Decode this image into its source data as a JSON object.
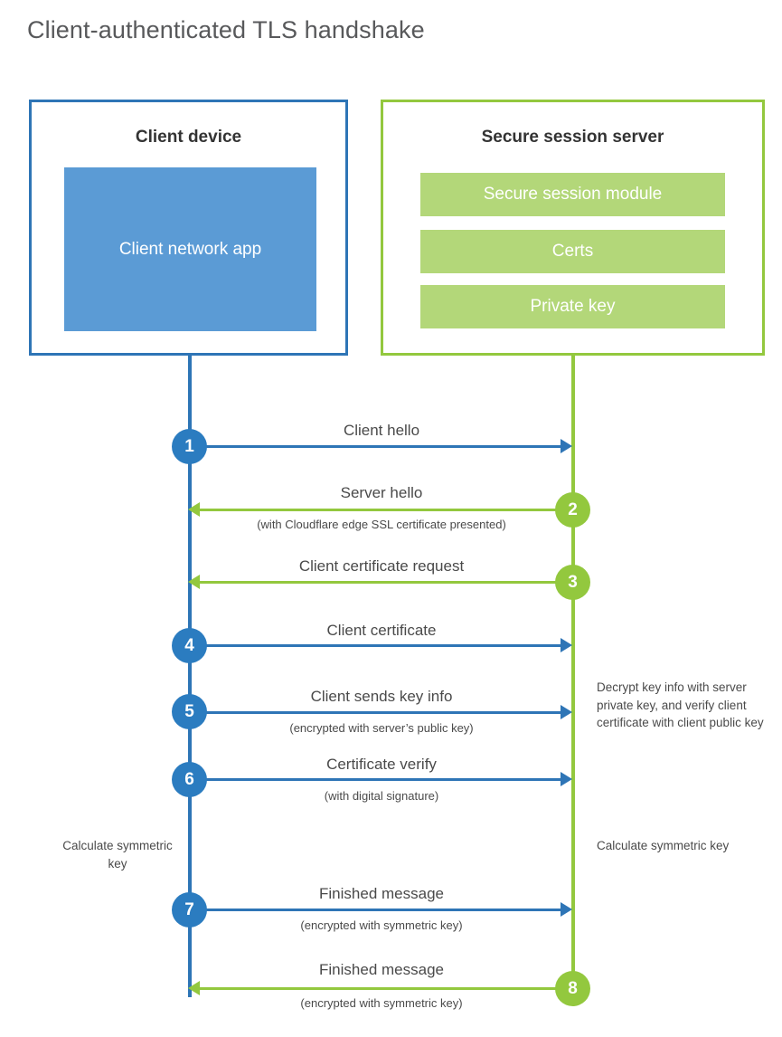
{
  "title": "Client-authenticated TLS handshake",
  "colors": {
    "client_accent": "#2e75b6",
    "client_fill": "#5b9bd5",
    "server_accent": "#93c83e",
    "server_fill": "#b3d779",
    "text": "#4a4a4a",
    "title_text": "#58595b"
  },
  "participants": {
    "client": {
      "heading": "Client device",
      "blocks": [
        {
          "label": "Client network app"
        }
      ]
    },
    "server": {
      "heading": "Secure session server",
      "blocks": [
        {
          "label": "Secure session module"
        },
        {
          "label": "Certs"
        },
        {
          "label": "Private key"
        }
      ]
    }
  },
  "steps": [
    {
      "number": "1",
      "label": "Client hello",
      "sublabel": "",
      "direction": "right",
      "color": "blue"
    },
    {
      "number": "2",
      "label": "Server hello",
      "sublabel": "(with Cloudflare edge SSL certificate presented)",
      "direction": "left",
      "color": "green"
    },
    {
      "number": "3",
      "label": "Client certificate request",
      "sublabel": "",
      "direction": "left",
      "color": "green"
    },
    {
      "number": "4",
      "label": "Client certificate",
      "sublabel": "",
      "direction": "right",
      "color": "blue"
    },
    {
      "number": "5",
      "label": "Client sends key info",
      "sublabel": "(encrypted with server’s public key)",
      "direction": "right",
      "color": "blue"
    },
    {
      "number": "6",
      "label": "Certificate verify",
      "sublabel": "(with digital signature)",
      "direction": "right",
      "color": "blue"
    },
    {
      "number": "7",
      "label": "Finished message",
      "sublabel": "(encrypted with symmetric key)",
      "direction": "right",
      "color": "blue"
    },
    {
      "number": "8",
      "label": "Finished message",
      "sublabel": "(encrypted with symmetric key)",
      "direction": "left",
      "color": "green"
    }
  ],
  "notes": {
    "decrypt": "Decrypt key info with server private key, and verify client certificate with client public key",
    "client_symmetric_key": "Calculate symmetric key",
    "server_symmetric_key": "Calculate symmetric key"
  }
}
